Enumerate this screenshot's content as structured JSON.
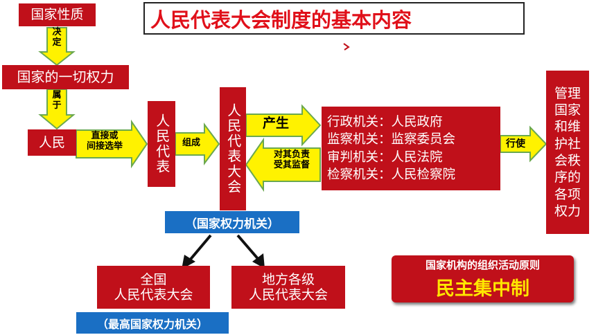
{
  "title": "人民代表大会制度的基本内容",
  "nodes": {
    "national_nature": "国家性质",
    "all_power": "国家的一切权力",
    "people": "人民",
    "representatives": "人民代表",
    "congress": "人民代表大会",
    "organs": [
      "行政机关：人民政府",
      "监察机关：监察委员会",
      "审判机关：人民法院",
      "检察机关：人民检察院"
    ],
    "manage": "管理国家和维护社会秩序的各项权力",
    "npc": [
      "全国",
      "人民代表大会"
    ],
    "local": [
      "地方各级",
      "人民代表大会"
    ]
  },
  "edges": {
    "decide": "决定",
    "belong": "属于",
    "elect": [
      "直接或",
      "间接选举"
    ],
    "compose": "组成",
    "produce": "产生",
    "accountable": [
      "对其负责",
      "受其监督"
    ],
    "exercise": "行使"
  },
  "labels": {
    "state_power_organ": "（国家权力机关）",
    "highest_power_organ": "（最高国家权力机关）"
  },
  "principle": {
    "heading": "国家机构的组织活动原则",
    "name": "民主集中制"
  },
  "colors": {
    "box_red": "#c0101a",
    "arrow_yellow": "#fff200",
    "arrow_green": "#6aa84f",
    "label_blue": "#1a6fc4",
    "principle_yellow": "#ffe600"
  }
}
